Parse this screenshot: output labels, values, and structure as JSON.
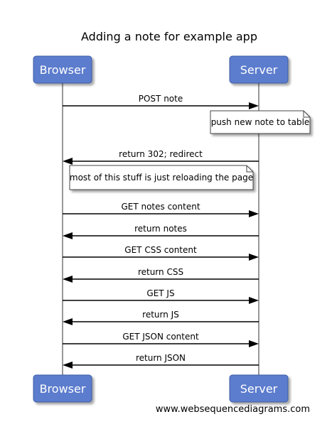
{
  "title": "Adding a note for example app",
  "participants": [
    {
      "id": "browser",
      "label": "Browser"
    },
    {
      "id": "server",
      "label": "Server"
    }
  ],
  "events": [
    {
      "kind": "message",
      "from": "browser",
      "to": "server",
      "label": "POST note"
    },
    {
      "kind": "note",
      "at": "server",
      "text": "push new note to table"
    },
    {
      "kind": "message",
      "from": "server",
      "to": "browser",
      "label": "return 302; redirect"
    },
    {
      "kind": "note",
      "at": "browser",
      "text": "most of this stuff is just reloading the page"
    },
    {
      "kind": "message",
      "from": "browser",
      "to": "server",
      "label": "GET notes content"
    },
    {
      "kind": "message",
      "from": "server",
      "to": "browser",
      "label": "return notes"
    },
    {
      "kind": "message",
      "from": "browser",
      "to": "server",
      "label": "GET CSS content"
    },
    {
      "kind": "message",
      "from": "server",
      "to": "browser",
      "label": "return CSS"
    },
    {
      "kind": "message",
      "from": "browser",
      "to": "server",
      "label": "GET JS"
    },
    {
      "kind": "message",
      "from": "server",
      "to": "browser",
      "label": "return JS"
    },
    {
      "kind": "message",
      "from": "browser",
      "to": "server",
      "label": "GET JSON content"
    },
    {
      "kind": "message",
      "from": "server",
      "to": "browser",
      "label": "return JSON"
    }
  ],
  "footer": "www.websequencediagrams.com",
  "colors": {
    "participant_box": "#5b7ccd",
    "participant_border": "#3f5fa8",
    "lifeline": "#777777",
    "arrow": "#000000",
    "note_fill": "#ffffff",
    "note_border": "#444444"
  }
}
